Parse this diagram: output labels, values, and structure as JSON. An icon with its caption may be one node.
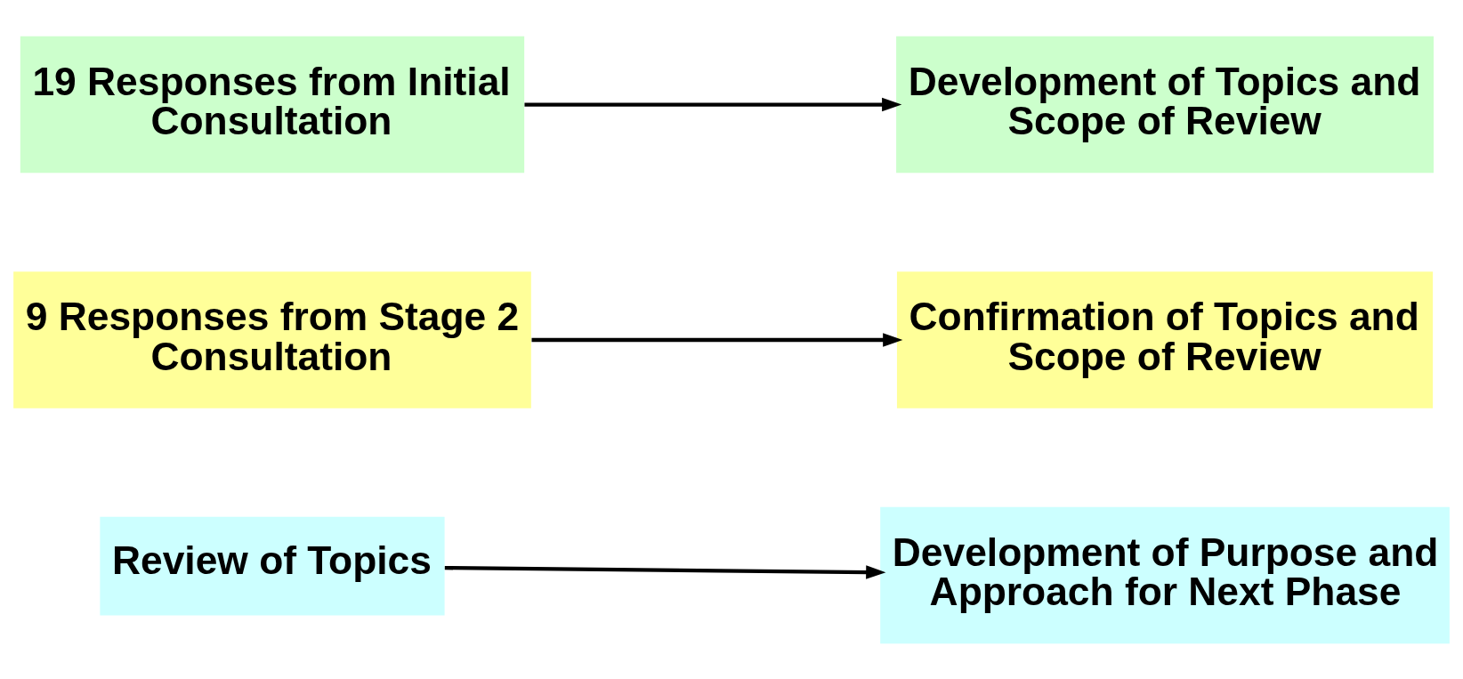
{
  "diagram": {
    "nodes": [
      {
        "text": [
          "19 Responses from Initial Consultation"
        ]
      },
      {
        "text": [
          "Development of Topics and Scope of Review"
        ]
      },
      {
        "text": [
          "9 Responses from Stage 2 Consultation"
        ]
      },
      {
        "text": [
          "Confirmation of Topics and Scope of Review"
        ]
      },
      {
        "text": [
          "Review of Topics"
        ]
      },
      {
        "text": [
          "Development of Purpose and Approach for Next Phase"
        ]
      }
    ],
    "edges": [
      {
        "from": 0,
        "to": 1,
        "arrow": "to"
      },
      {
        "from": 2,
        "to": 3,
        "arrow": "to"
      },
      {
        "from": 4,
        "to": 5,
        "arrow": "to"
      }
    ]
  }
}
